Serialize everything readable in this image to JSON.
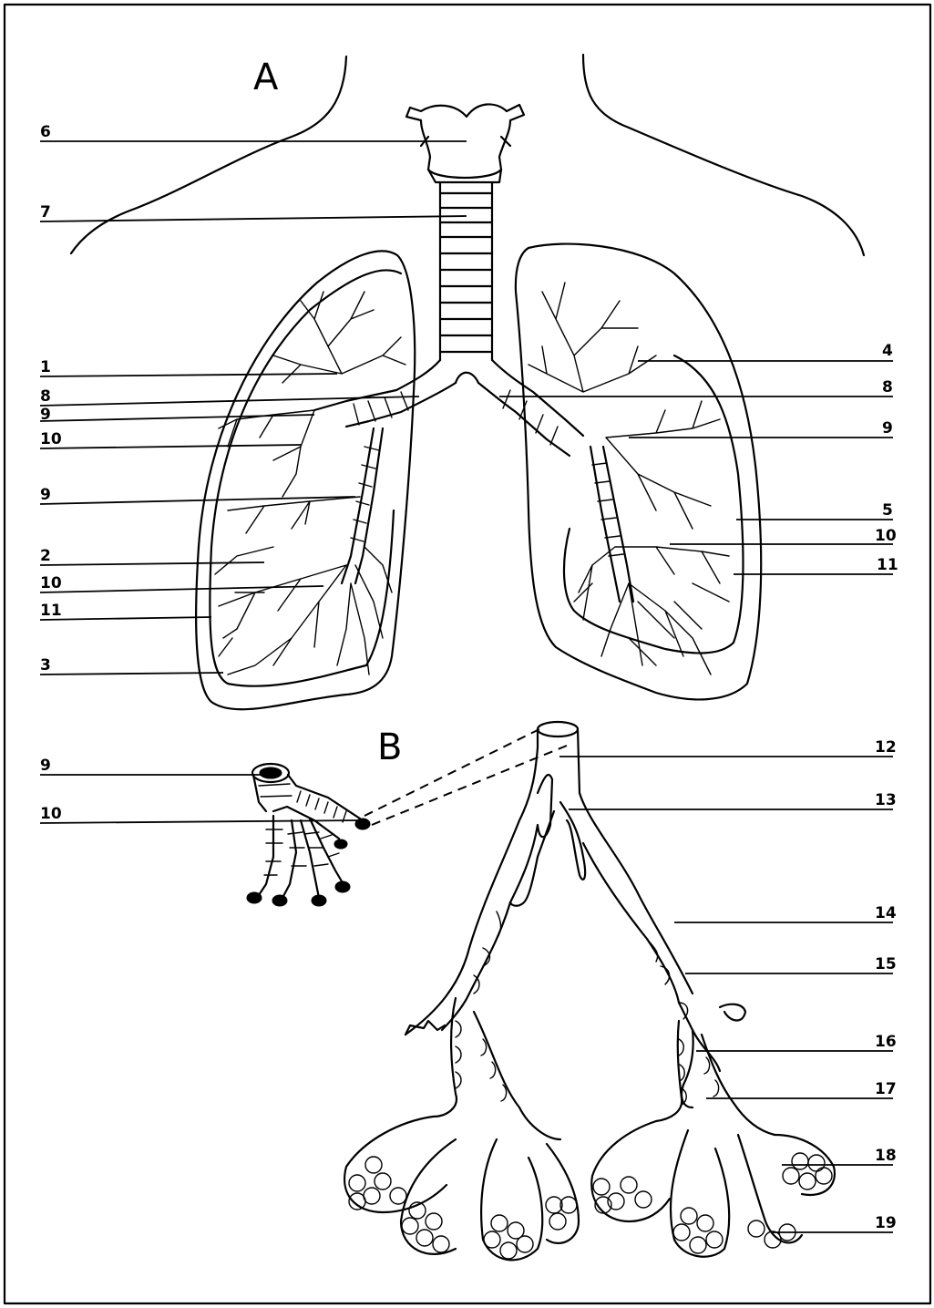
{
  "panels": {
    "a": "A",
    "b": "B"
  },
  "labels": {
    "l6": "6",
    "l7": "7",
    "l1": "1",
    "l8_left": "8",
    "l9_left_upper": "9",
    "l10_left_upper": "10",
    "l9_left_lower": "9",
    "l2": "2",
    "l10_left_lower": "10",
    "l11_left": "11",
    "l3": "3",
    "l4": "4",
    "l8_right": "8",
    "l9_right": "9",
    "l5": "5",
    "l10_right": "10",
    "l11_right": "11",
    "l9_b": "9",
    "l10_b": "10",
    "l12": "12",
    "l13": "13",
    "l14": "14",
    "l15": "15",
    "l16": "16",
    "l17": "17",
    "l18": "18",
    "l19": "19"
  }
}
